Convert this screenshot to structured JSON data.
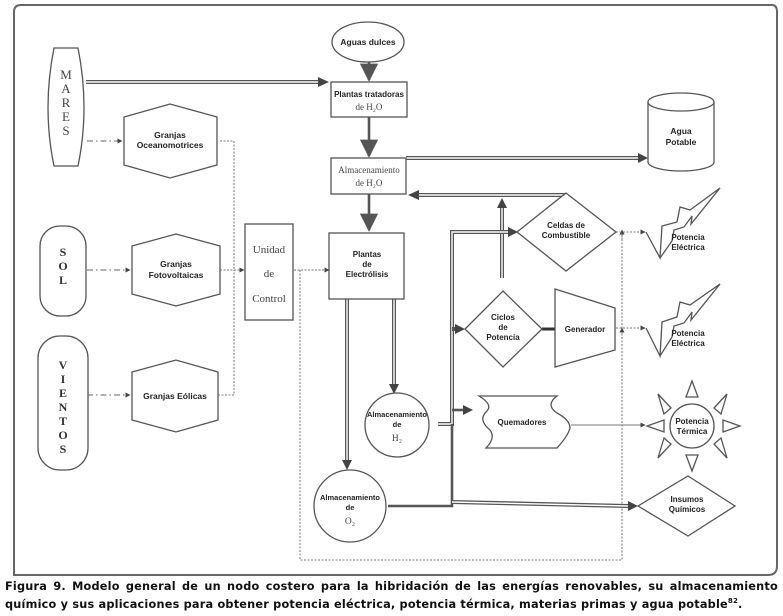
{
  "diagram": {
    "sources": {
      "mares": [
        "M",
        "A",
        "R",
        "E",
        "S"
      ],
      "sol": [
        "S",
        "O",
        "L"
      ],
      "vientos": [
        "V",
        "I",
        "E",
        "N",
        "T",
        "O",
        "S"
      ]
    },
    "farms": {
      "ocean": [
        "Granjas",
        "Oceanomotrices"
      ],
      "solar": [
        "Granjas",
        "Fotovoltaicas"
      ],
      "wind": [
        "Granjas Eólicas"
      ]
    },
    "control_unit": [
      "Unidad",
      "de",
      "Control"
    ],
    "fresh_water": "Aguas dulces",
    "treatment_plants": {
      "line1": "Plantas tratadoras",
      "line2": "de  H₂O"
    },
    "water_storage": {
      "line1": "Almacenamiento",
      "line2": "de H₂O"
    },
    "potable_water": [
      "Agua",
      "Potable"
    ],
    "electrolysis": [
      "Plantas",
      "de",
      "Electrólisis"
    ],
    "fuel_cells": [
      "Celdas de",
      "Combustible"
    ],
    "power_cycles": [
      "Ciclos",
      "de",
      "Potencia"
    ],
    "generator": "Generador",
    "electric_power_1": [
      "Potencia",
      "Eléctrica"
    ],
    "electric_power_2": [
      "Potencia",
      "Eléctrica"
    ],
    "h2_storage": {
      "line1": "Almacenamiento",
      "line2": "de",
      "line3": "H₂"
    },
    "o2_storage": {
      "line1": "Almacenamiento",
      "line2": "de",
      "line3": "O₂"
    },
    "burners": "Quemadores",
    "thermal_power": [
      "Potencia",
      "Térmica"
    ],
    "chemical_inputs": [
      "Insumos",
      "Químicos"
    ]
  },
  "caption": {
    "label": "Figura 9.",
    "text": " Modelo general de un nodo costero para la hibridación de las energías renovables, su almacenamiento químico y sus aplicaciones para obtener potencia eléctrica, potencia térmica, materias primas y agua potable",
    "reference": "82",
    "end": "."
  }
}
